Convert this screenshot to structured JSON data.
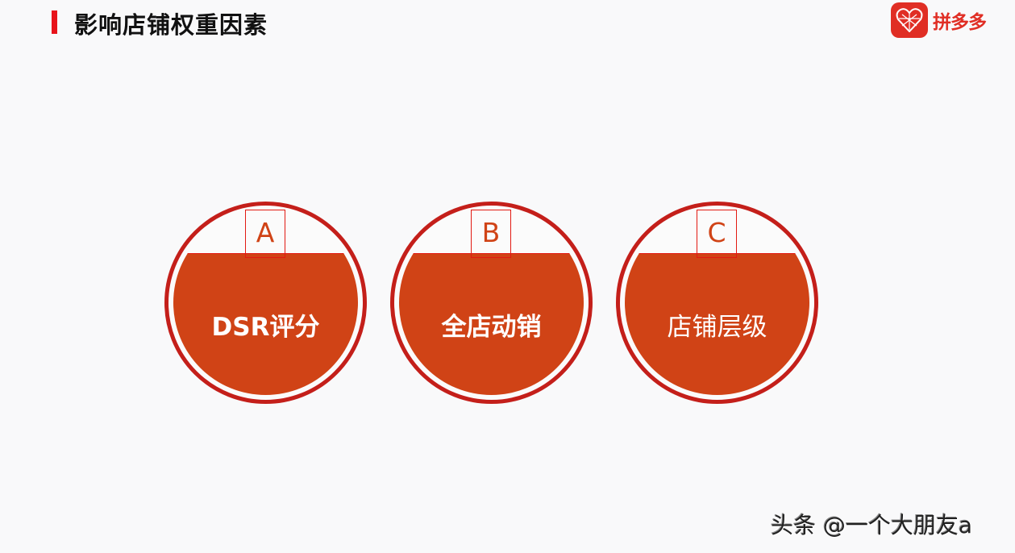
{
  "header": {
    "title": "影响店铺权重因素",
    "accent_color": "#e8141b"
  },
  "logo": {
    "icon": "pinduoduo-logo-icon",
    "text": "拼多多",
    "color": "#e02e24"
  },
  "factors": [
    {
      "letter": "A",
      "label": "DSR评分",
      "bold": true
    },
    {
      "letter": "B",
      "label": "全店动销",
      "bold": true
    },
    {
      "letter": "C",
      "label": "店铺层级",
      "bold": false
    }
  ],
  "colors": {
    "ring": "#c41f1a",
    "fill": "#d04316",
    "letter": "#d04316"
  },
  "watermark": "头条 @一个大朋友a"
}
